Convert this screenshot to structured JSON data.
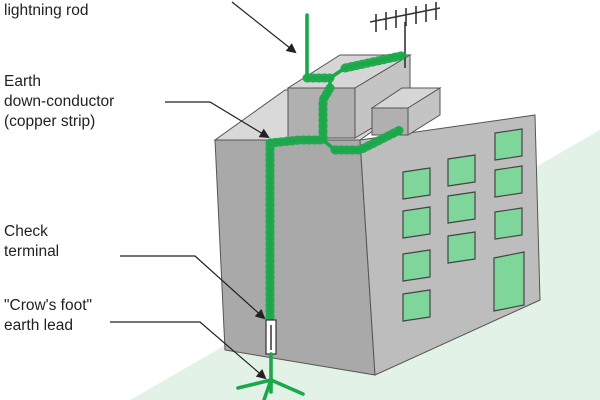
{
  "labels": {
    "lightning_rod": "lightning rod",
    "down_conductor_line1": "Earth",
    "down_conductor_line2": "down-conductor",
    "down_conductor_line3": "(copper strip)",
    "check_terminal_line1": "Check",
    "check_terminal_line2": "terminal",
    "crows_foot_line1": "\"Crow's foot\"",
    "crows_foot_line2": "earth lead"
  },
  "colors": {
    "conductor": "#1aa84a",
    "building_front": "#a9a9a9",
    "building_side": "#bdbdbd",
    "building_top": "#d9d9d9",
    "window_glass": "#7ed69a",
    "ground": "#e3f2e6",
    "leader": "#222222"
  }
}
